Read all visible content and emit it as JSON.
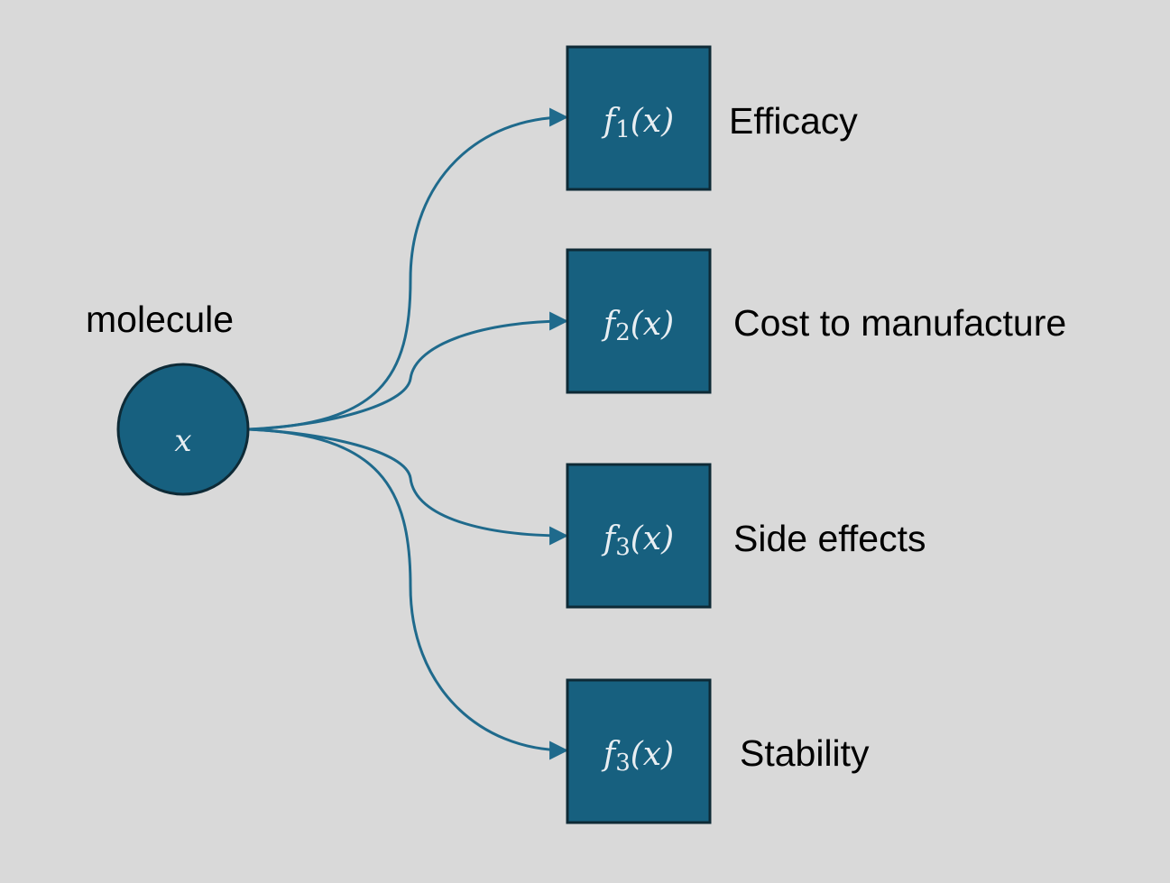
{
  "diagram": {
    "input": {
      "caption": "molecule",
      "variable": "x"
    },
    "functions": [
      {
        "name": "f",
        "index": "1",
        "arg": "(x)",
        "label": "Efficacy"
      },
      {
        "name": "f",
        "index": "2",
        "arg": "(x)",
        "label": "Cost to manufacture"
      },
      {
        "name": "f",
        "index": "3",
        "arg": "(x)",
        "label": "Side effects"
      },
      {
        "name": "f",
        "index": "3",
        "arg": "(x)",
        "label": "Stability"
      }
    ],
    "colors": {
      "background": "#d9d9d9",
      "node_fill": "#17607f",
      "node_stroke": "#0e2a36",
      "edge": "#1f6a8c",
      "node_text": "#e8eef2",
      "label_text": "#000000"
    }
  }
}
